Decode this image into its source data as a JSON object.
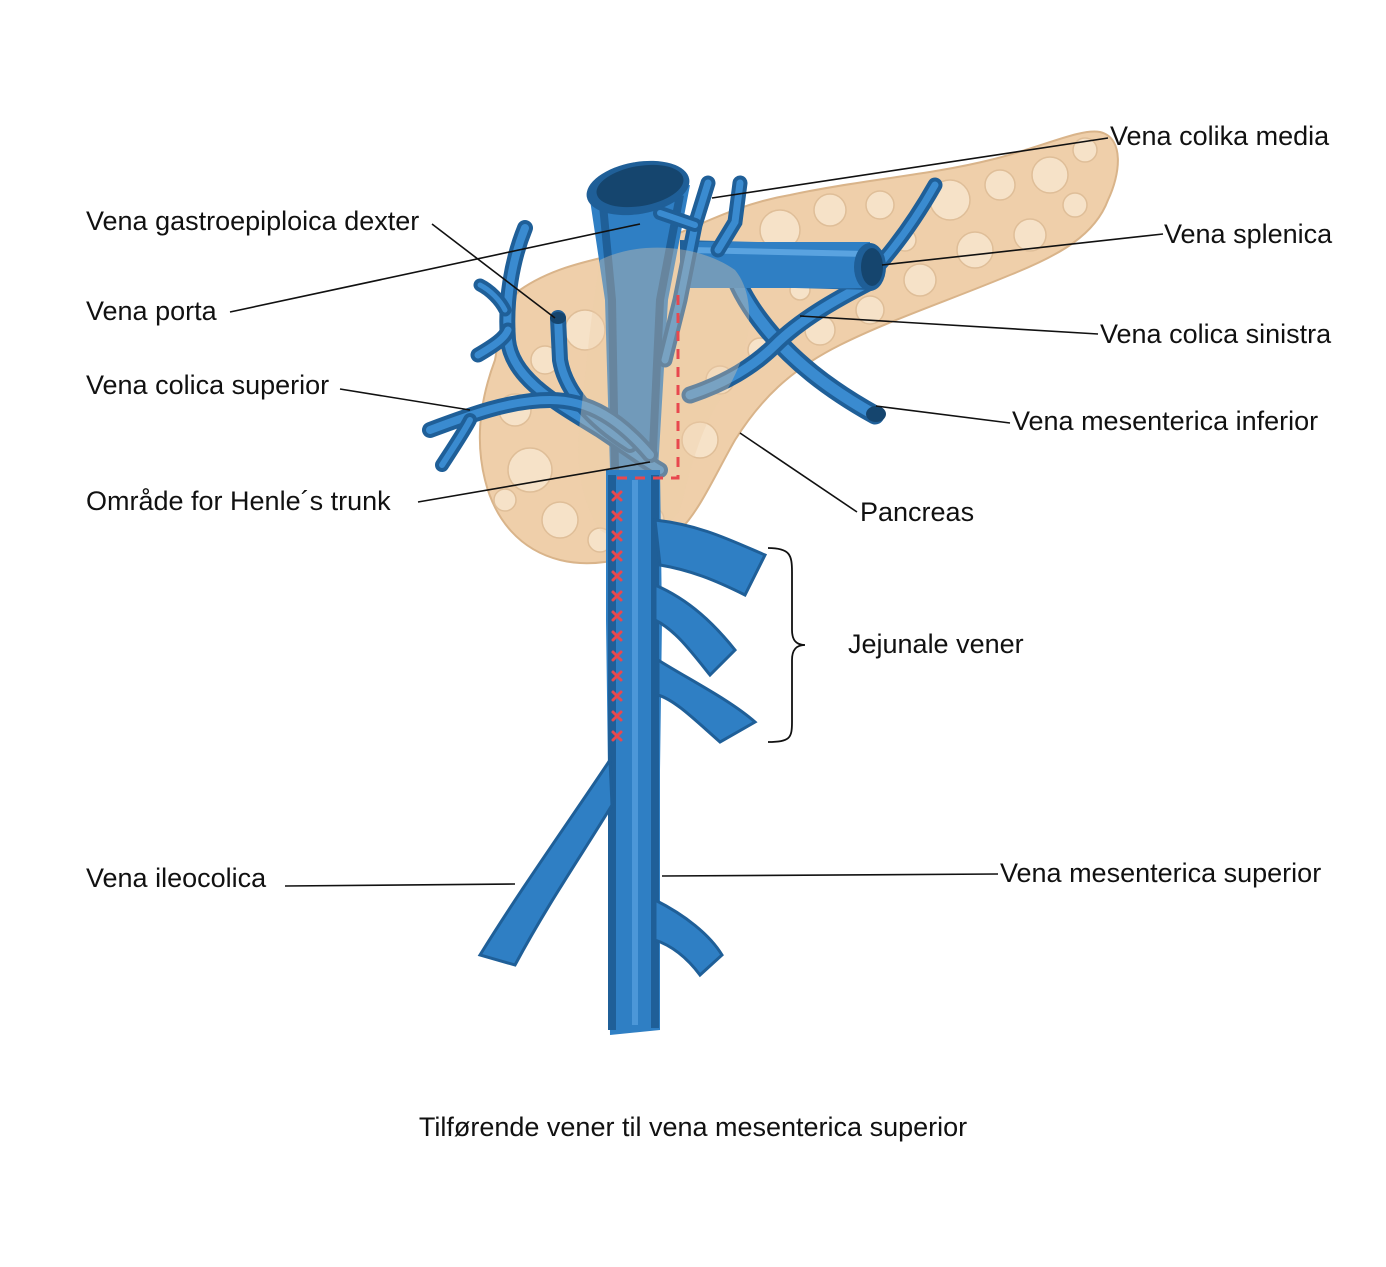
{
  "labels": {
    "gastroepiploica": "Vena gastroepiploica dexter",
    "porta": "Vena porta",
    "colica_superior": "Vena colica superior",
    "henle": "Område for Henle´s trunk",
    "ileocolica": "Vena ileocolica",
    "colika_media": "Vena colika media",
    "splenica": "Vena splenica",
    "colica_sinistra": "Vena colica sinistra",
    "mesenterica_inferior": "Vena mesenterica inferior",
    "pancreas": "Pancreas",
    "jejunale": "Jejunale vener",
    "mesenterica_superior": "Vena mesenterica superior"
  },
  "caption": "Tilførende vener til vena mesenterica superior",
  "colors": {
    "vein": "#2f7fc4",
    "vein_dark": "#1f5f98",
    "vein_lumen": "#15456e",
    "pancreas": "#efcfaa",
    "pancreas_lobule": "#f6e2c8",
    "marker": "#e8484e",
    "leader": "#111111"
  }
}
